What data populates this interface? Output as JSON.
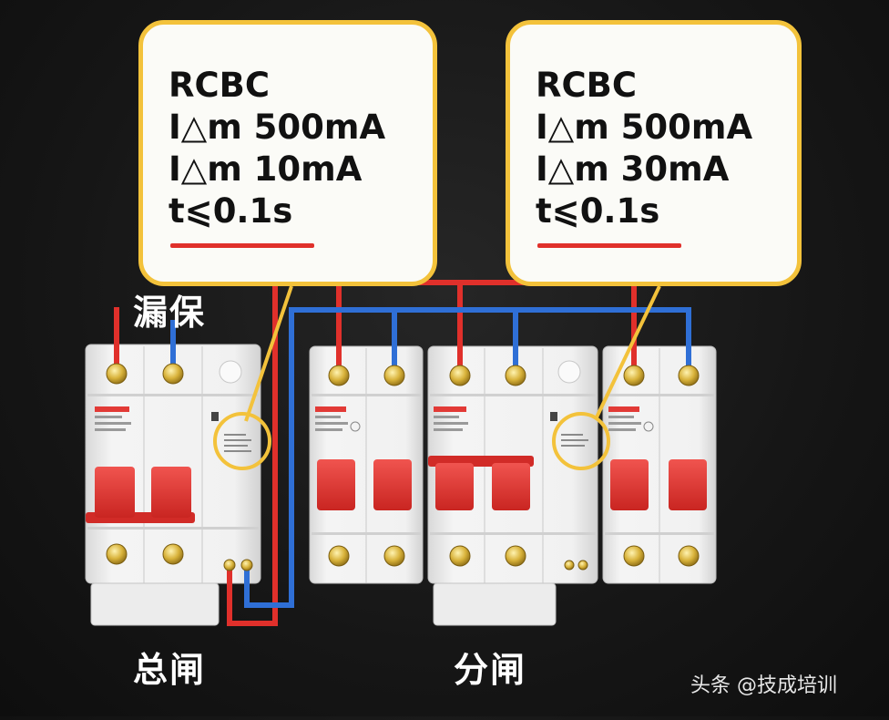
{
  "callouts": [
    {
      "lines": [
        "RCBC",
        "I△m  500mA",
        "I△m  10mA",
        "t⩽0.1s"
      ]
    },
    {
      "lines": [
        "RCBC",
        "I△m  500mA",
        "I△m  30mA",
        "t⩽0.1s"
      ]
    }
  ],
  "labels": {
    "leakage_protector": "漏保",
    "main_breaker": "总闸",
    "branch_breaker": "分闸"
  },
  "watermark": "头条 @技成培训",
  "colors": {
    "live_wire": "#e0302b",
    "neutral_wire": "#2f6fd6",
    "callout_border": "#f3c23b",
    "handle": "#e23a36"
  }
}
